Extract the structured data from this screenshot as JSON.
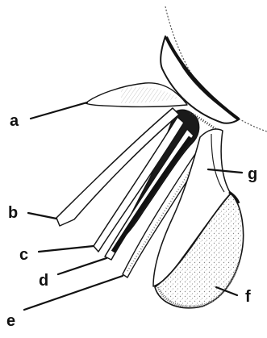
{
  "figure": {
    "labels": {
      "a": "a",
      "b": "b",
      "c": "c",
      "d": "d",
      "e": "e",
      "f": "f",
      "g": "g"
    }
  },
  "colors": {
    "ink": "#111111",
    "dark_mass": "#1a1a1a",
    "stipple": "#8a8a8a",
    "background": "#ffffff"
  }
}
